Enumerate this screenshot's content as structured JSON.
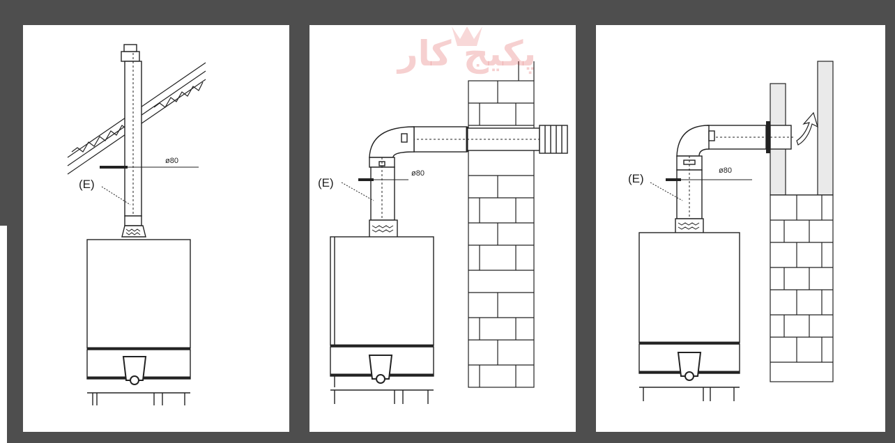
{
  "colors": {
    "frame": "#4e4e4e",
    "panel": "#ffffff",
    "line": "#222222",
    "watermark": "#d62828"
  },
  "watermark": {
    "text": "پکیج کار"
  },
  "panels": [
    {
      "id": "vertical-roof-flue",
      "e_label": "(E)",
      "diameter_label": "ø80"
    },
    {
      "id": "horizontal-wall-flue-terminal",
      "e_label": "(E)",
      "diameter_label": "ø80"
    },
    {
      "id": "horizontal-wall-flue-outlet",
      "e_label": "(E)",
      "diameter_label": "ø80"
    }
  ]
}
